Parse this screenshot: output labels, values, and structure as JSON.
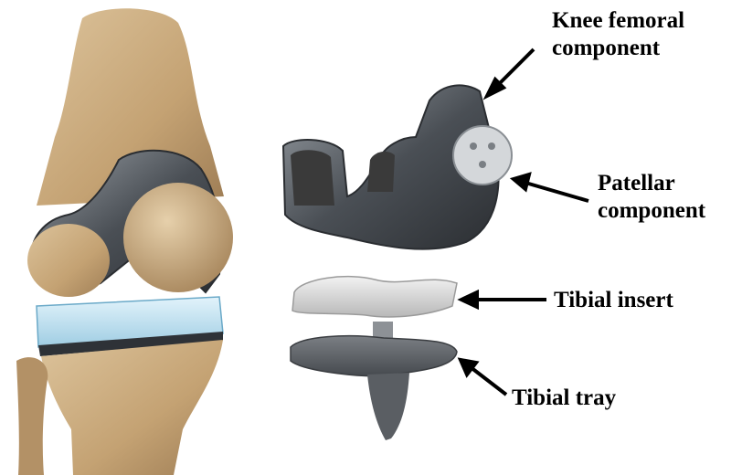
{
  "labels": {
    "femoral": {
      "line1": "Knee femoral",
      "line2": "component"
    },
    "patellar": {
      "line1": "Patellar",
      "line2": "component"
    },
    "tibial_insert": "Tibial insert",
    "tibial_tray": "Tibial tray"
  },
  "colors": {
    "bone": "#c6a67a",
    "bone_shadow": "#9e7d55",
    "metal_dark": "#3b3f44",
    "metal_mid": "#6d7278",
    "metal_light": "#c9cdd1",
    "poly_insert": "#c7e4f2",
    "arrow": "#000000"
  }
}
